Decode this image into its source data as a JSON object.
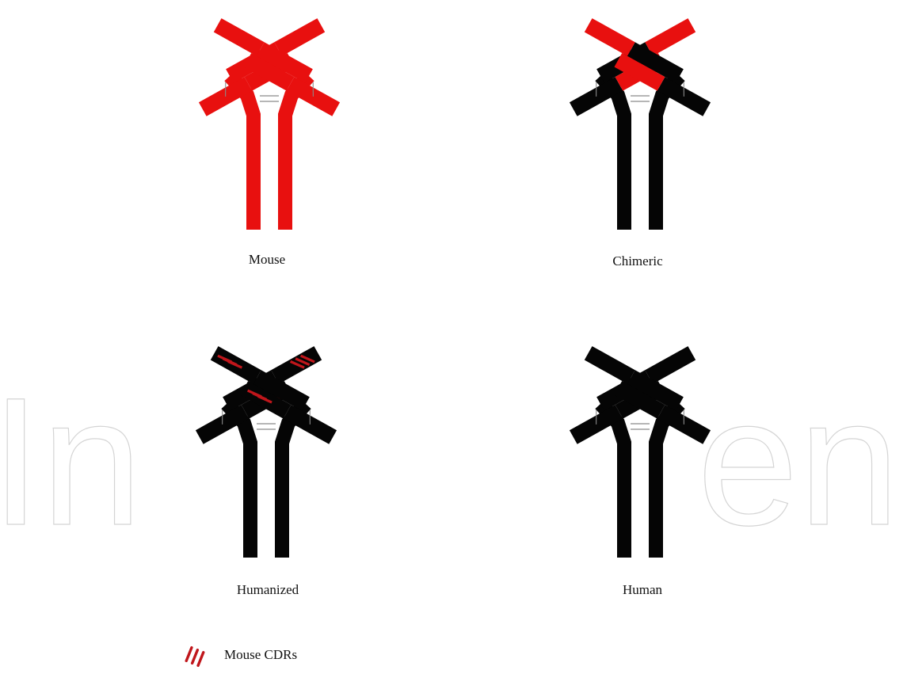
{
  "watermark": {
    "left": "In",
    "right": "en"
  },
  "colors": {
    "mouse": "#e8100f",
    "human": "#050505",
    "cdr": "#c0161b",
    "outline": "#8a8a8a"
  },
  "antibodies": [
    {
      "label": "Mouse",
      "heavy_variable": "mouse",
      "light_variable": "mouse",
      "heavy_constant": "mouse",
      "light_constant": "mouse",
      "stem": "mouse",
      "cdrs": false
    },
    {
      "label": "Chimeric",
      "heavy_variable": "mouse",
      "light_variable": "mouse",
      "heavy_constant": "human",
      "light_constant": "human",
      "stem": "human",
      "cdrs": false
    },
    {
      "label": "Humanized",
      "heavy_variable": "human",
      "light_variable": "human",
      "heavy_constant": "human",
      "light_constant": "human",
      "stem": "human",
      "cdrs": true
    },
    {
      "label": "Human",
      "heavy_variable": "human",
      "light_variable": "human",
      "heavy_constant": "human",
      "light_constant": "human",
      "stem": "human",
      "cdrs": false
    }
  ],
  "legend": {
    "label": "Mouse CDRs",
    "icon": "mouse-cdr-stripes-icon"
  }
}
